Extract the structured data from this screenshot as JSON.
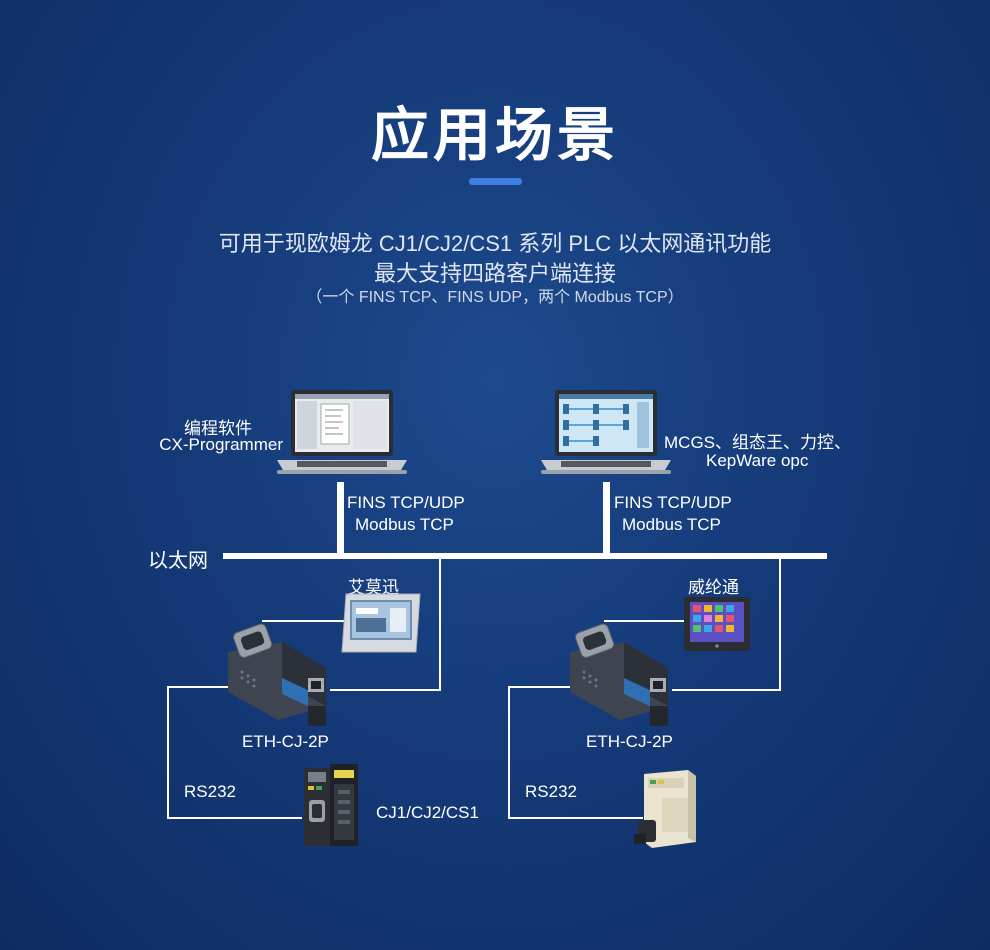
{
  "header": {
    "title": "应用场景",
    "subtitle_line1": "可用于现欧姆龙 CJ1/CJ2/CS1 系列 PLC 以太网通讯功能",
    "subtitle_line2": "最大支持四路客户端连接",
    "subtitle_line3": "（一个 FINS TCP、FINS UDP，两个 Modbus TCP）"
  },
  "diagram": {
    "pc_left_label_1": "编程软件",
    "pc_left_label_2": "CX-Programmer",
    "pc_right_label_1": "MCGS、组态王、力控、",
    "pc_right_label_2": "KepWare opc",
    "protocol_left_1": "FINS TCP/UDP",
    "protocol_left_2": "Modbus TCP",
    "protocol_right_1": "FINS TCP/UDP",
    "protocol_right_2": "Modbus TCP",
    "ethernet_label": "以太网",
    "hmi_left_label": "艾莫迅",
    "hmi_right_label": "威纶通",
    "module_left_label": "ETH-CJ-2P",
    "module_right_label": "ETH-CJ-2P",
    "rs232_left": "RS232",
    "rs232_right": "RS232",
    "plc_left_label": "CJ1/CJ2/CS1"
  },
  "colors": {
    "background": "#153a78",
    "accent_bar": "#3d7fe0",
    "line": "#ffffff"
  }
}
